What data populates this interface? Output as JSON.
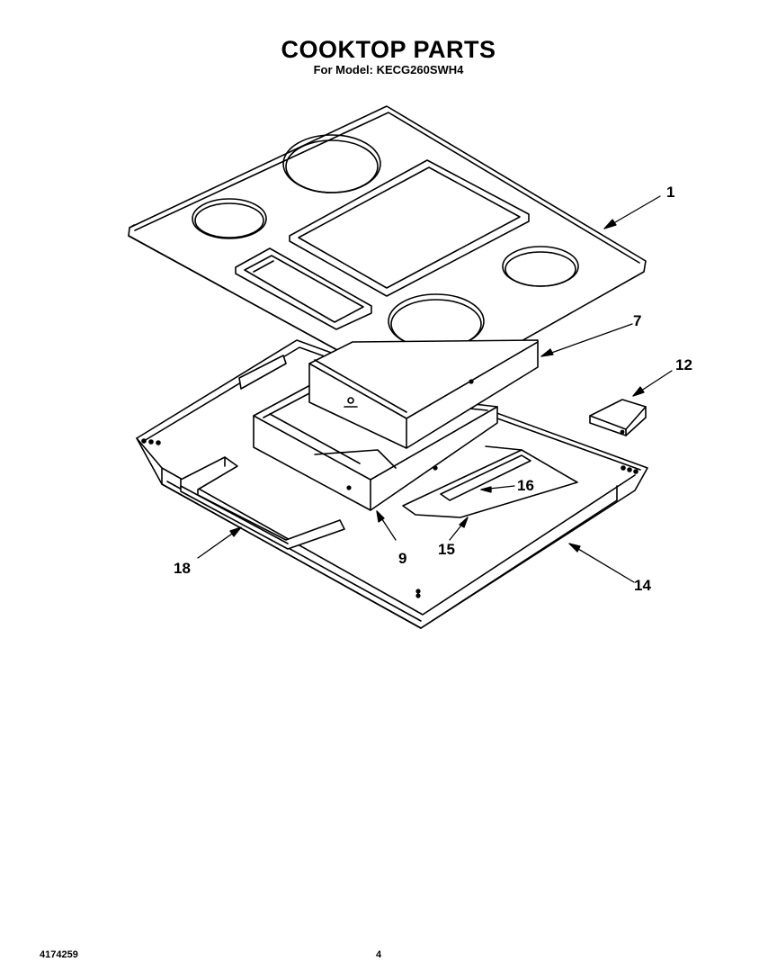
{
  "header": {
    "title": "COOKTOP PARTS",
    "subtitle": "For Model: KECG260SWH4"
  },
  "callouts": {
    "c1": "1",
    "c7": "7",
    "c12": "12",
    "c16": "16",
    "c9": "9",
    "c15": "15",
    "c18": "18",
    "c14": "14"
  },
  "footer": {
    "part_number": "4174259",
    "page_number": "4"
  }
}
